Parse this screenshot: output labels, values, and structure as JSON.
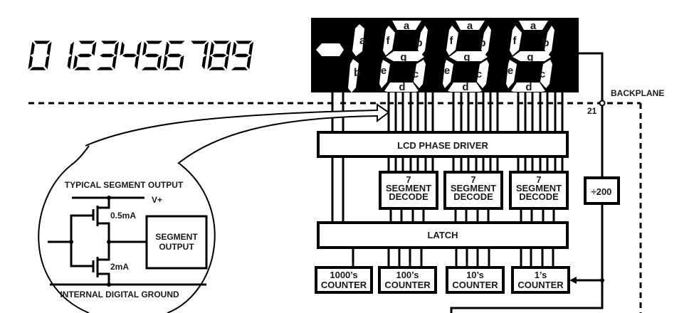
{
  "sample_digits": "0123456789",
  "display": {
    "segment_labels_half_digit": [
      "a",
      "b"
    ],
    "segment_labels_full_digit": [
      "a",
      "b",
      "c",
      "d",
      "e",
      "f",
      "g"
    ],
    "digit_count": 3
  },
  "labels": {
    "backplane": "BACKPLANE",
    "pin_number": "21",
    "phase_driver": "LCD PHASE DRIVER",
    "decode_line1": "7",
    "decode_line2": "SEGMENT",
    "decode_line3": "DECODE",
    "divider": "÷200",
    "latch": "LATCH",
    "counters": [
      {
        "line1": "1000’s",
        "line2": "COUNTER"
      },
      {
        "line1": "100’s",
        "line2": "COUNTER"
      },
      {
        "line1": "10’s",
        "line2": "COUNTER"
      },
      {
        "line1": "1’s",
        "line2": "COUNTER"
      }
    ]
  },
  "inset": {
    "title": "TYPICAL SEGMENT OUTPUT",
    "supply": "V+",
    "pullup_current": "0.5mA",
    "pulldown_current": "2mA",
    "output_block_line1": "SEGMENT",
    "output_block_line2": "OUTPUT",
    "ground": "INTERNAL DIGITAL GROUND"
  }
}
